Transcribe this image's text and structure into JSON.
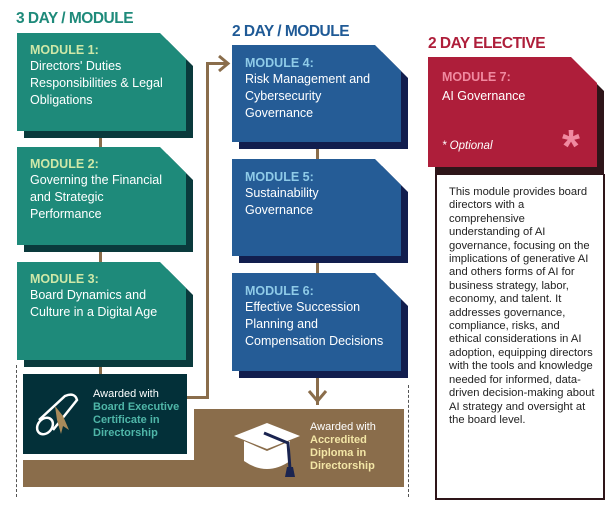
{
  "columns": {
    "three_day": {
      "heading": "3 DAY / MODULE",
      "modules": [
        {
          "label": "MODULE 1:",
          "title": "Directors' Duties Responsibilities & Legal Obligations"
        },
        {
          "label": "MODULE 2:",
          "title": "Governing the Financial and Strategic Performance"
        },
        {
          "label": "MODULE 3:",
          "title": "Board Dynamics and Culture in a Digital Age"
        }
      ],
      "award": {
        "prefix": "Awarded with",
        "name": "Board Executive Certificate in Directorship",
        "icon": "scroll-certificate-icon"
      }
    },
    "two_day": {
      "heading": "2 DAY / MODULE",
      "modules": [
        {
          "label": "MODULE 4:",
          "title": "Risk Management and Cybersecurity Governance"
        },
        {
          "label": "MODULE 5:",
          "title": "Sustainability Governance"
        },
        {
          "label": "MODULE 6:",
          "title": "Effective Succession Planning and Compensation Decisions"
        }
      ],
      "award": {
        "prefix": "Awarded with",
        "name": "Accredited Diploma in Directorship",
        "icon": "graduation-cap-icon"
      }
    },
    "elective": {
      "heading": "2 DAY ELECTIVE",
      "module": {
        "label": "MODULE 7:",
        "title": "AI Governance",
        "note": "* Optional",
        "mark": "*"
      },
      "description": "This module provides board directors with a comprehensive understanding of AI governance, focusing on the implications of generative AI and others forms of AI for business strategy, labor, economy, and talent. It addresses governance, compliance, risks, and ethical considerations in AI adoption, equipping directors with the tools and knowledge needed for informed, data-driven decision-making about AI strategy and oversight at the board level."
    }
  },
  "colors": {
    "teal": "#1e8a7a",
    "blue": "#255c96",
    "red": "#ae1e3a",
    "brown": "#8a6d4b"
  }
}
